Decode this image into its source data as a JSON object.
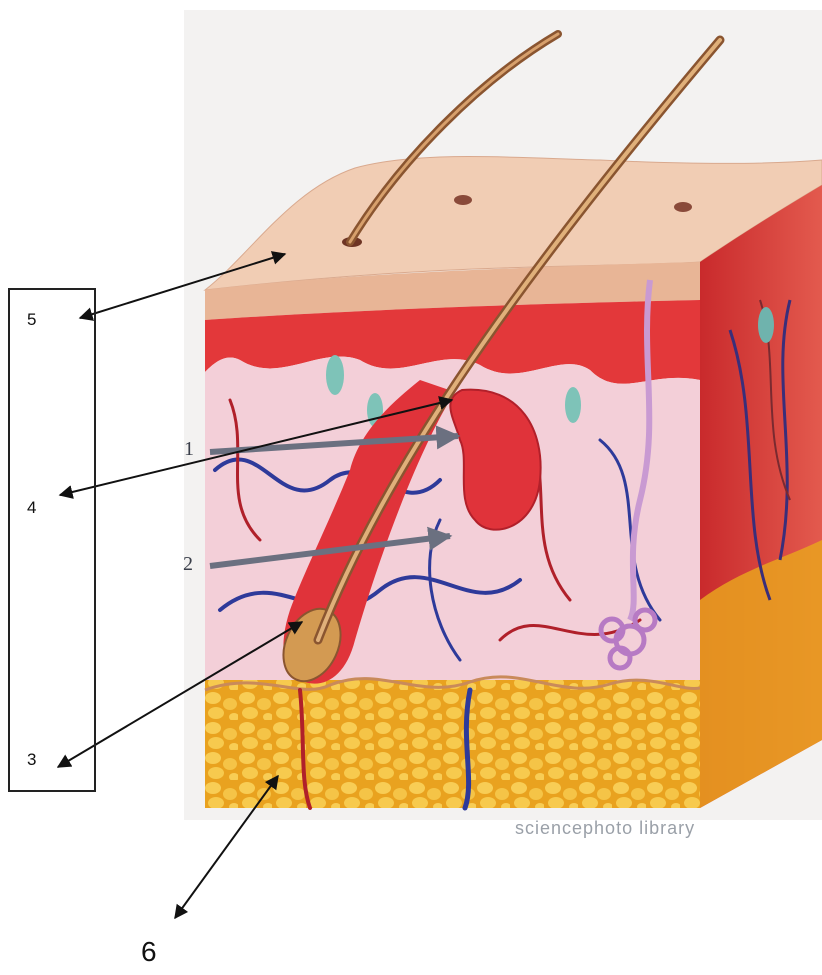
{
  "labels": {
    "box_label_5": "5",
    "box_label_4": "4",
    "box_label_3": "3",
    "arrow_label_1": "1",
    "arrow_label_2": "2",
    "bottom_label_6": "6"
  },
  "watermark": "sciencephoto library",
  "colors": {
    "epidermis": "#f1cdb4",
    "dermis_papillary": "#e3383a",
    "dermis_reticular": "#f3cfd8",
    "subcutaneous_fat": "#f0b62a",
    "hair": "#c98a52",
    "arrow": "#111111",
    "grey_arrow": "#6b7080"
  }
}
